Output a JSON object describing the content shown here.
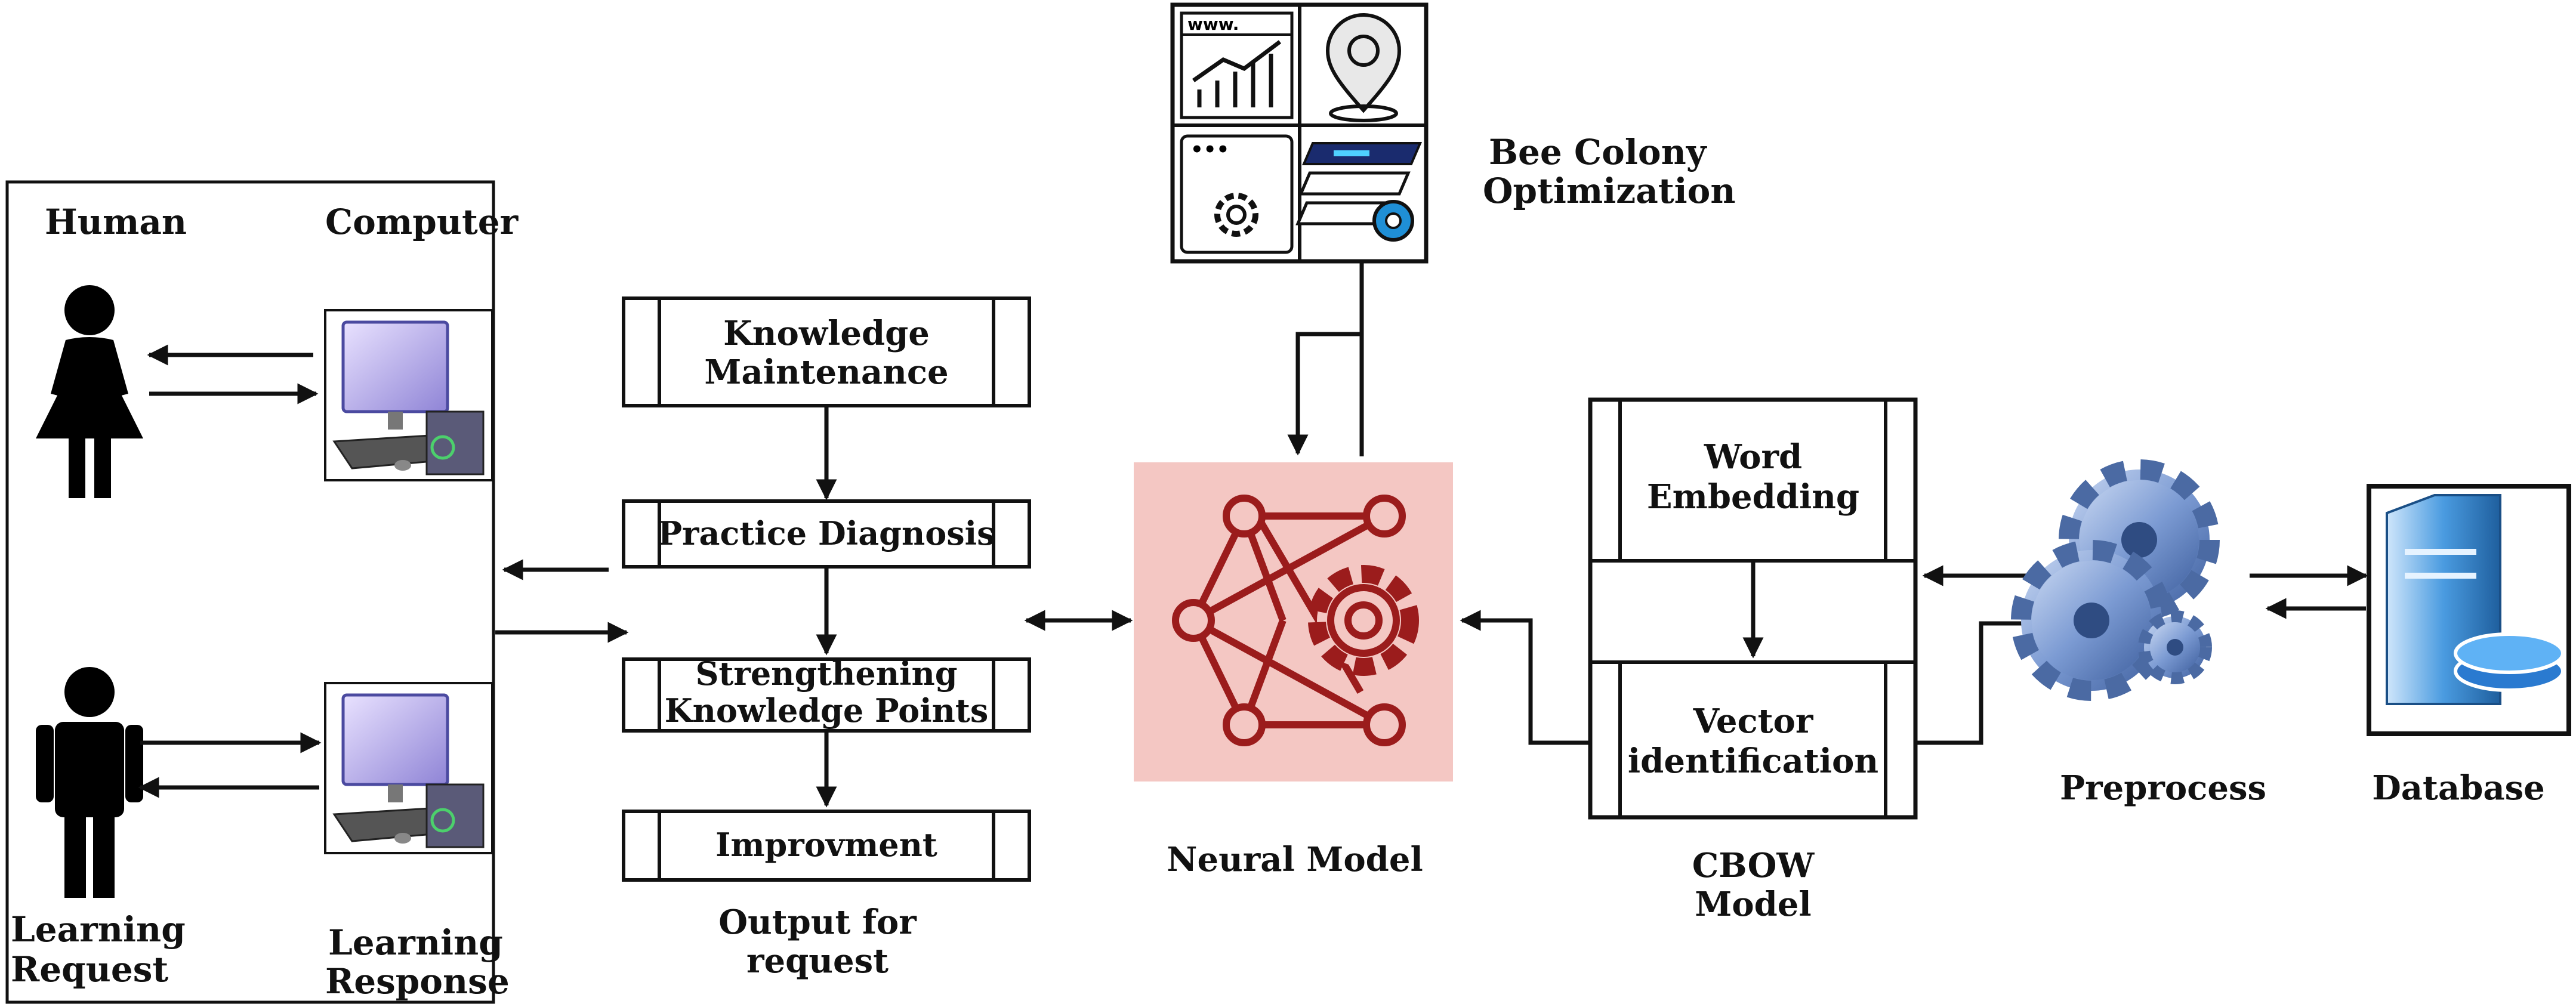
{
  "left_panel": {
    "human_label": "Human",
    "computer_label": "Computer",
    "learning_request_line1": "Learning",
    "learning_request_line2": "Request",
    "learning_response_line1": "Learning",
    "learning_response_line2": "Response"
  },
  "output_stack": {
    "box1_line1": "Knowledge",
    "box1_line2": "Maintenance",
    "box2": "Practice Diagnosis",
    "box3_line1": "Strengthening",
    "box3_line2": "Knowledge Points",
    "box4": "Improvment",
    "caption_line1": "Output for",
    "caption_line2": "request"
  },
  "bee_colony": {
    "line1": "Bee Colony",
    "line2": "Optimization",
    "url_text": "www."
  },
  "neural_model": {
    "label": "Neural Model"
  },
  "cbow": {
    "box1_line1": "Word",
    "box1_line2": "Embedding",
    "box2_line1": "Vector",
    "box2_line2": "identification",
    "caption_line1": "CBOW",
    "caption_line2": "Model"
  },
  "preprocess": {
    "label": "Preprocess"
  },
  "database": {
    "label": "Database"
  },
  "colors": {
    "line": "#111111",
    "neural_bg": "#f4c7c3",
    "neural_icon": "#9b1c1c",
    "gear_blue": "#6f8fc8",
    "db_blue": "#3b8fd6"
  }
}
